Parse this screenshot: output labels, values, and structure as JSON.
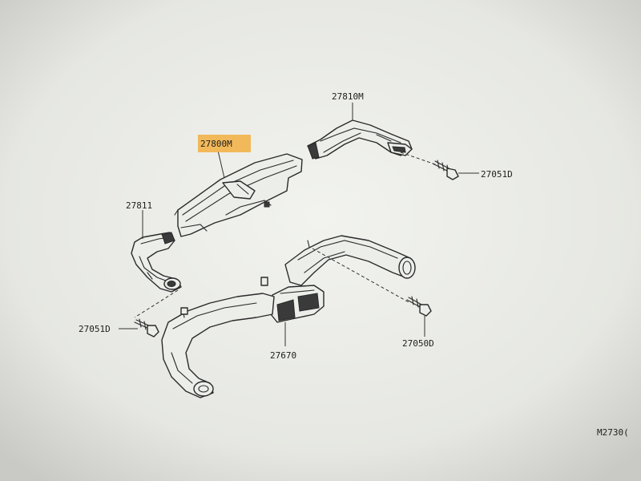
{
  "diagram": {
    "highlight_color": "#f2b24a",
    "labels": {
      "p27800M": "27800M",
      "p27810M": "27810M",
      "p27811": "27811",
      "p27670": "27670",
      "p27051D_right": "27051D",
      "p27051D_left": "27051D",
      "p27050D": "27050D",
      "ref": "M2730("
    }
  }
}
